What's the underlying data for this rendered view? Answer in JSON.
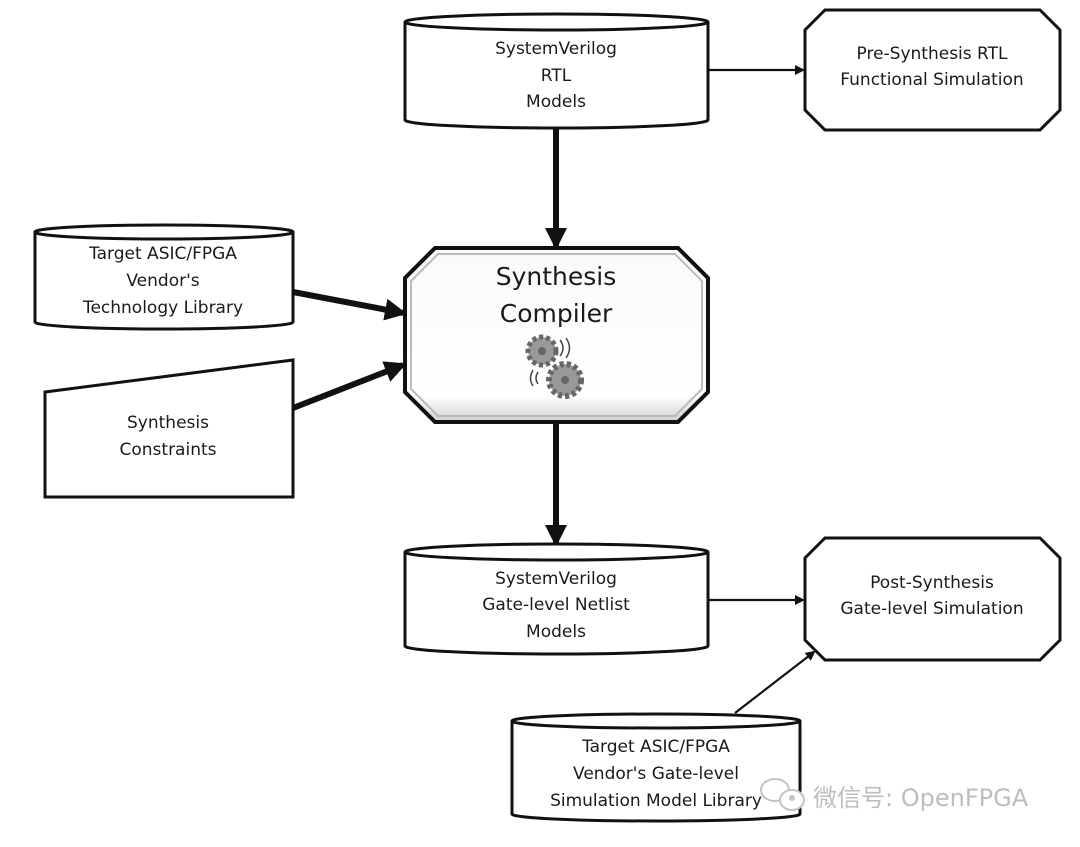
{
  "nodes": {
    "rtl_models": {
      "lines": [
        "SystemVerilog",
        "RTL",
        "Models"
      ]
    },
    "pre_synth_sim": {
      "lines": [
        "Pre-Synthesis RTL",
        "Functional Simulation"
      ]
    },
    "tech_library": {
      "lines": [
        "Target  ASIC/FPGA",
        "Vendor's",
        "Technology Library"
      ]
    },
    "synthesis_compiler": {
      "lines": [
        "Synthesis",
        "Compiler"
      ],
      "icon": "gears-icon"
    },
    "constraints": {
      "lines": [
        "Synthesis",
        "Constraints"
      ]
    },
    "netlist_models": {
      "lines": [
        "SystemVerilog",
        "Gate-level Netlist",
        "Models"
      ]
    },
    "post_synth_sim": {
      "lines": [
        "Post-Synthesis",
        "Gate-level Simulation"
      ]
    },
    "gate_sim_library": {
      "lines": [
        "Target  ASIC/FPGA",
        "Vendor's Gate-level",
        "Simulation Model Library"
      ]
    }
  },
  "watermark": {
    "text": "微信号: OpenFPGA",
    "icon": "wechat-icon"
  }
}
